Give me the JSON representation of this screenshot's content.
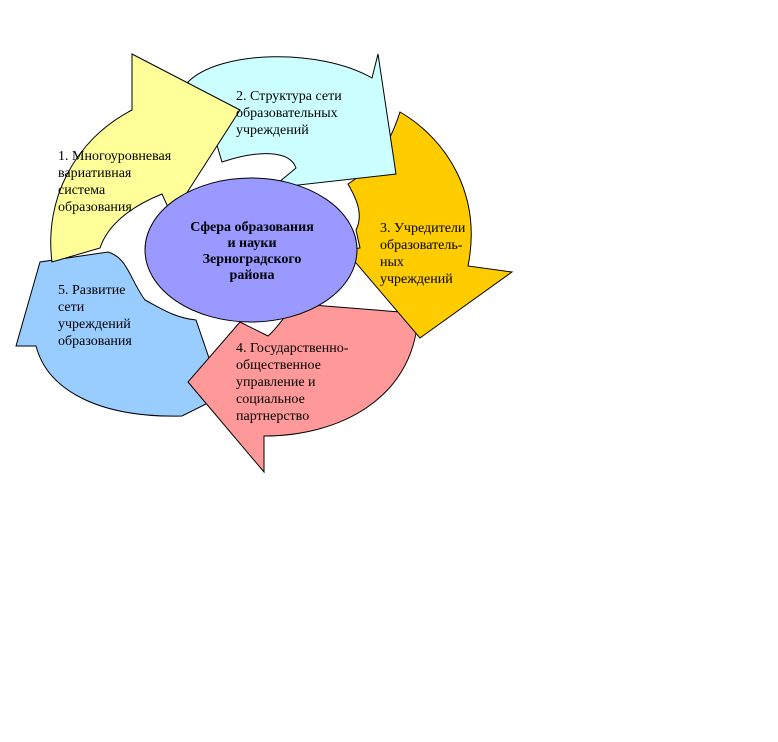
{
  "diagram": {
    "center": {
      "label": "Сфера образования\nи науки\nЗерноградского\nрайона",
      "color": "#9999ff"
    },
    "nodes": [
      {
        "label": "1. Многоуровневая\nвариативная\nсистема\nобразования",
        "color": "#ffff99"
      },
      {
        "label": "2. Структура сети\nобразовательных\nучреждений",
        "color": "#ccffff"
      },
      {
        "label": "3. Учредители\nобразователь-\nных\nучреждений",
        "color": "#ffcc00"
      },
      {
        "label": "4. Государственно-\nобщественное\nуправление и\nсоциальное\nпартнерство",
        "color": "#ff9999"
      },
      {
        "label": "5. Развитие\nсети\nучреждений\nобразования",
        "color": "#99ccff"
      }
    ]
  }
}
